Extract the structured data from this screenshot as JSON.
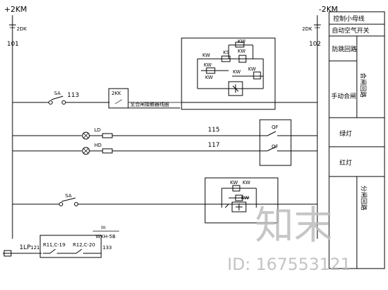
{
  "buses": {
    "left_bus": "+2KM",
    "right_bus": "-2KM",
    "left_fuse": "2DK",
    "right_fuse": "2DK",
    "left_node": "101",
    "right_node": "102"
  },
  "right_panel": {
    "title": "控制小母线",
    "breaker": "自动空气开关",
    "anti_jump": "防跳回路",
    "manual_close": "手动合闸",
    "close_loop": "合闸回路",
    "row_a": "绿灯",
    "row_b": "红灯",
    "trip_loop": "分闸回路"
  },
  "circuit": {
    "sa_label": "SA",
    "sa_node": "113",
    "relay_box": "2KK",
    "relay_note": "至合闸接触器线圈",
    "ld_label": "LD",
    "ld_node": "115",
    "hd_label": "HD",
    "hd_node": "117",
    "qf_label_1": "QF",
    "qf_label_2": "QF",
    "sa2_label": "SA",
    "lp_label": "1LP",
    "lp_node": "121",
    "r11": "R11,C-19",
    "r12": "R12,C-20",
    "node_133": "133",
    "in_label": "In",
    "wxh": "WXH-5B"
  },
  "antijump_box": {
    "k1": "KW",
    "k2": "KS",
    "k3": "KW",
    "k4": "KW",
    "k5": "KW",
    "k6": "KW",
    "k7": "KW",
    "k8": "KW"
  },
  "trip_box": {
    "t1": "KW",
    "t2": "KW",
    "t3": "KW"
  },
  "watermark": {
    "logo_text": "知末",
    "id_text": "ID: 167553121"
  }
}
